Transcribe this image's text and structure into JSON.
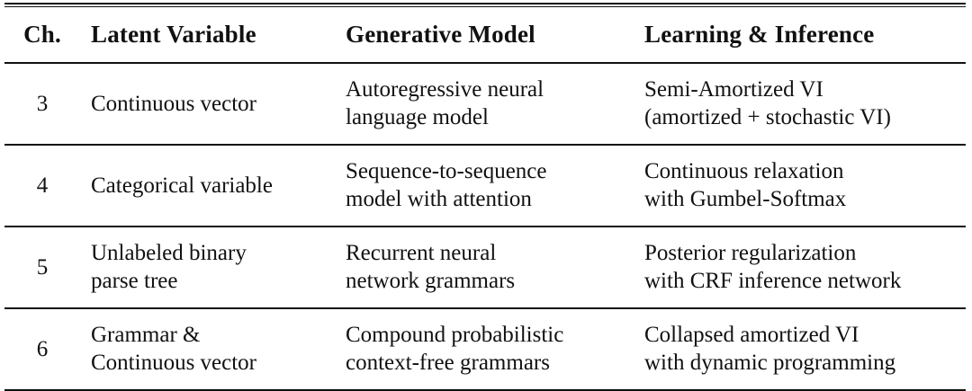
{
  "figure": {
    "type": "table",
    "caption": "",
    "background_color": "#ffffff",
    "text_color": "#111111",
    "rule_color": "#111111",
    "style": "booktabs"
  },
  "table": {
    "columns": [
      {
        "key": "ch",
        "header": "Ch.",
        "align": "center"
      },
      {
        "key": "lv",
        "header": "Latent Variable",
        "align": "left"
      },
      {
        "key": "gm",
        "header": "Generative Model",
        "align": "left"
      },
      {
        "key": "li",
        "header": "Learning & Inference",
        "align": "left"
      }
    ],
    "rows": [
      {
        "ch": "3",
        "lv_line1": "Continuous vector",
        "lv_line2": "",
        "gm_line1": "Autoregressive neural",
        "gm_line2": "language model",
        "li_line1": "Semi-Amortized VI",
        "li_line2": "(amortized + stochastic VI)"
      },
      {
        "ch": "4",
        "lv_line1": "Categorical variable",
        "lv_line2": "",
        "gm_line1": "Sequence-to-sequence",
        "gm_line2": "model with attention",
        "li_line1": "Continuous relaxation",
        "li_line2": "with Gumbel-Softmax"
      },
      {
        "ch": "5",
        "lv_line1": "Unlabeled binary",
        "lv_line2": "parse tree",
        "gm_line1": "Recurrent neural",
        "gm_line2": "network grammars",
        "li_line1": "Posterior regularization",
        "li_line2": "with CRF inference network"
      },
      {
        "ch": "6",
        "lv_line1": "Grammar &",
        "lv_line2": "Continuous vector",
        "gm_line1": "Compound probabilistic",
        "gm_line2": "context-free grammars",
        "li_line1": "Collapsed amortized VI",
        "li_line2": "with dynamic programming"
      }
    ]
  }
}
